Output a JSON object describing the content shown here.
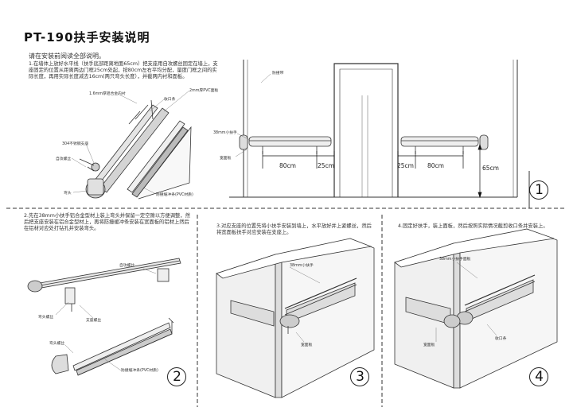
{
  "title": "PT-190扶手安装说明",
  "intro": {
    "heading": "请在安装前阅读全部说明。",
    "text": "1.在墙体上放好水平线（扶手底部距离地面65cm）把支座用自攻螺丝固定在墙上，支座固定的位置从距离两边门框25cm处起，按80cm左右平均分配，量度门框之间的实际长度，再用实际长度减去16cm(两只弯头长度），并截两内衬和面板。"
  },
  "step1": {
    "number": "1",
    "labels": {
      "inner_lining": "1.6mm厚铝合金内衬",
      "pvc_panel": "2mm厚PVC面板",
      "cover_strip": "收口条",
      "bracket": "304不锈钢支座",
      "screw": "自攻螺丝",
      "elbow": "弯头",
      "buffer": "防撞缓冲条(PVC材质)",
      "bumper_rail": "防撞带",
      "rail_38": "38mm小扶手",
      "wide_panel": "宽面板"
    },
    "dims": {
      "a": "80cm",
      "b": "25cm",
      "c": "25cm",
      "d": "80cm",
      "h": "65cm"
    }
  },
  "step2": {
    "number": "2",
    "text": "2.先在38mm小扶手铝合金型材上装上弯头并保留一定空隙以方便调整，然后把支座安装在铝合金型材上，再将防撞缓冲条安装在宽面板的铝材上然后在铝材对应处打钻孔并安装弯头。",
    "labels": {
      "self_tap": "自攻螺丝",
      "elbow_screw": "弯头螺丝",
      "support_screw": "支座螺丝",
      "elbow_screw2": "弯头螺丝",
      "buffer": "防撞缓冲条(PVC材质)"
    }
  },
  "step3": {
    "number": "3",
    "text": "3.对应支座的位置先将小扶手安装到墙上，水平放好并上紧螺丝，然后将宽面板扶手对应安装在支座上。",
    "labels": {
      "rail_38": "38mm小扶手",
      "wide_panel": "宽面板"
    }
  },
  "step4": {
    "number": "4",
    "text": "4.固定好扶手，装上面板，然后按照实际情况截剪收口条并安装上。",
    "labels": {
      "rail_panel": "38mm小扶手面板",
      "wide_panel": "宽面板",
      "cover_strip": "收口条"
    }
  }
}
